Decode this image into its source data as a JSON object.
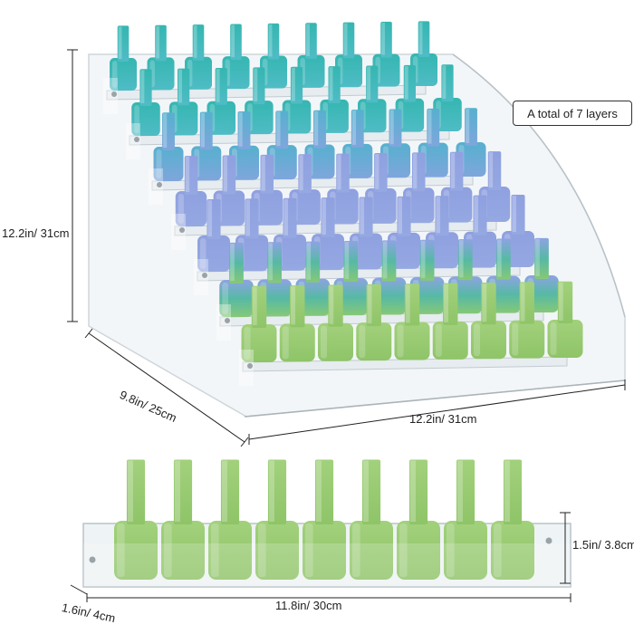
{
  "callout": {
    "text": "A total of 7 layers"
  },
  "dimensions": {
    "height": "12.2in/ 31cm",
    "depth": "9.8in/ 25cm",
    "width": "12.2in/ 31cm",
    "single_height": "1.5in/ 3.8cm",
    "single_depth": "1.6in/ 4cm",
    "single_width": "11.8in/ 30cm"
  },
  "rack": {
    "layers": 7,
    "bottles_per_layer": 9,
    "bottle_colors_top_to_bottom": [
      "#3fb8b8",
      "#47aac4",
      "#6fa7d8",
      "#8ea4dd",
      "#8aa2e0",
      "#79c39a",
      "#9bcf73"
    ]
  },
  "single_shelf": {
    "bottles": 9,
    "bottle_color": "#9bcf73"
  }
}
